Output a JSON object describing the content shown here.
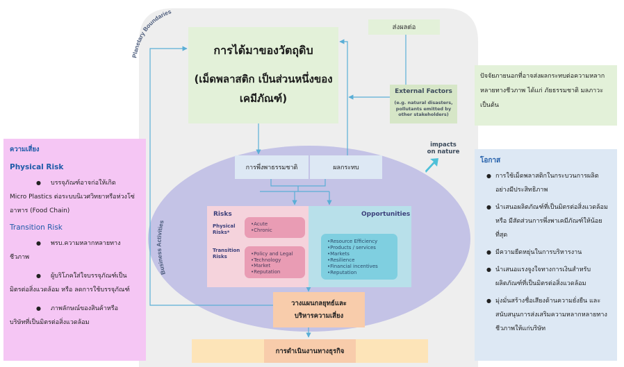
{
  "planetary_label": "Planetary Boundaries",
  "business_label": "Business Activities",
  "raw_materials": {
    "title": "การได้มาของวัตถุดิบ",
    "subtitle": "(เม็ดพลาสติก เป็นส่วนหนึ่งของเคมีภัณฑ์)"
  },
  "impact_label": "ส่งผลต่อ",
  "external_factors": {
    "title": "External Factors",
    "subtitle_lines": [
      "(e.g. natural disasters,",
      "pollutants emitted by",
      "other stakeholders)"
    ]
  },
  "external_note": "ปัจจัยภายนอกที่อาจส่งผลกระทบต่อความหลากหลายทางชีวภาพ ได้แก่ ภัยธรรมชาติ มลภาวะ เป็นต้น",
  "dependency_label": "การพึ่งพาธรรมชาติ",
  "impact_box_label": "ผลกระทบ",
  "impacts_on_nature": [
    "impacts",
    "on nature"
  ],
  "risk_panel": {
    "heading": "ความเสี่ยง",
    "physical_heading": "Physical Risk",
    "physical_items": [
      {
        "first": "บรรจุภัณฑ์อาจก่อให้เกิด",
        "rest": "Micro Plastics ต่อระบบนิเวศวิทยาหรือห่วงโซ่อาหาร (Food Chain)"
      }
    ],
    "transition_heading": "Transition Risk",
    "transition_items": [
      {
        "first": "พรบ.ความหลากหลายทาง",
        "rest": "ชีวภาพ"
      },
      {
        "first": "ผู้บริโภคใส่ใจบรรจุภัณฑ์เป็น",
        "rest": "มิตรต่อสิ่งแวดล้อม หรือ ลดการใช้บรรจุภัณฑ์"
      },
      {
        "first": "ภาพลักษณ์ของสินค้าหรือ",
        "rest": "บริษัทที่เป็นมิตรต่อสิ่งแวดล้อม"
      }
    ]
  },
  "opportunity_panel": {
    "heading": "โอกาส",
    "items": [
      "การใช้เม็ดพลาสติกในกระบวนการผลิตอย่างมีประสิทธิภาพ",
      "นำเสนอผลิตภัณฑ์ที่เป็นมิตรต่อสิ่งแวดล้อม หรือ มีสัดส่วนการพึ่งพาเคมีภัณฑ์ให้น้อยที่สุด",
      "มีความยืดหยุ่นในการบริหารงาน",
      "นำเสนอแรงจูงใจทางการเงินสำหรับผลิตภัณฑ์ที่เป็นมิตรต่อสิ่งแวดล้อม",
      "มุ่งมั่นสร้างชื่อเสียงด้านความยั่งยืน และสนับสนุนการส่งเสริมความหลากหลายทางชีวภาพให้แก่บริษัท"
    ]
  },
  "risks": {
    "title": "Risks",
    "physical_label": [
      "Physical",
      "Risks*"
    ],
    "physical_items": [
      "Acute",
      "Chronic"
    ],
    "transition_label": [
      "Transition",
      "Risks"
    ],
    "transition_items": [
      "Policy and Legal",
      "Technology",
      "Market",
      "Reputation"
    ]
  },
  "opportunities": {
    "title": "Opportunities",
    "items": [
      "Resource Efficiency",
      "Products / services",
      "Markets",
      "Resilience",
      "Financial incentives",
      "Reputation"
    ]
  },
  "strategy": [
    "วางแผนกลยุทธ์และ",
    "บริหารความเสี่ยง"
  ],
  "operations": "การดำเนินงานทางธุรกิจ",
  "colors": {
    "planetary_bg": "#eeeeee",
    "business_ellipse": "#c4c3e6",
    "arrow": "#5aaed6",
    "heading_blue": "#1e5ba8"
  }
}
